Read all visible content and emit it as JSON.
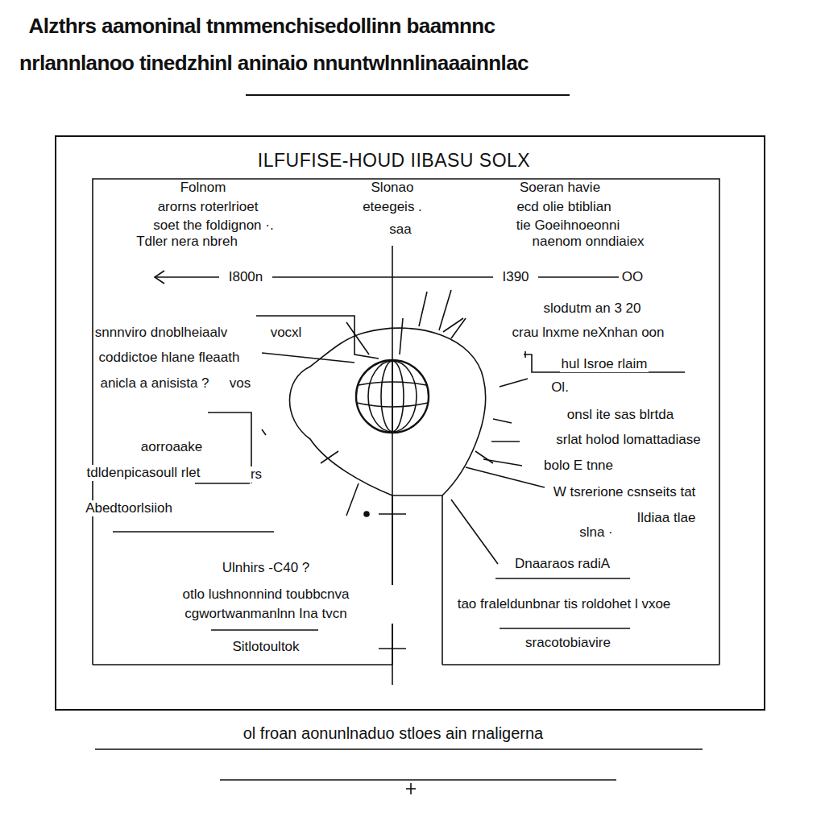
{
  "diagram": {
    "title": "Alzthrs aamoninal tnmmenchisedollinn baamnnc",
    "caption": "ol froan aonunlnaduo stloes ain rnaligerna",
    "nodes": [
      {
        "text": [
          "ILFUFISE-HOUD IIBASU SOLX"
        ]
      },
      {
        "text": [
          "Ulnhirs -C40 ?",
          "otlo lushnonnind toubbcnva cgwortwanmanlnn Ina tvcn",
          "Sitlotoultok"
        ],
        "in": 0
      },
      {
        "text": [
          "Dnaaraos radiA",
          "tao fraleldunbnar tis roldohet l vxoe",
          "sracotobiavire"
        ],
        "in": 0
      }
    ],
    "edges": [],
    "labels": [
      "nrlannlanoo tinedzhinl aninaio nnuntwlnnlinaaainnlac",
      "Folnom",
      "arorns roterlrioet",
      "soet the foldignon ·.",
      "Tdler nera nbreh",
      "Slonao",
      "eteegeis .",
      "saa",
      "Soeran havie",
      "ecd olie btiblian",
      "tie Goeihnoeonni",
      "naenom onndiaiex",
      "I800n",
      "I390",
      "OO",
      "slodutm an 3 20",
      "crau lnxme neXnhan oon",
      "hul Isroe rlaim",
      "Ol.",
      "onsl ite sas blrtda",
      "srlat holod lomattadiase",
      "bolo E tnne",
      "W tsrerione csnseits tat",
      "Ildiaa tlae",
      "slna ·",
      "snnnviro dnoblheiaalv",
      "vocxl",
      "coddictoe hlane fleaath",
      "anicla a anisista ?",
      "vos",
      "aorroaake",
      "tdldenpicasoull rlet",
      "rs",
      "Abedtoorlsiioh"
    ]
  }
}
